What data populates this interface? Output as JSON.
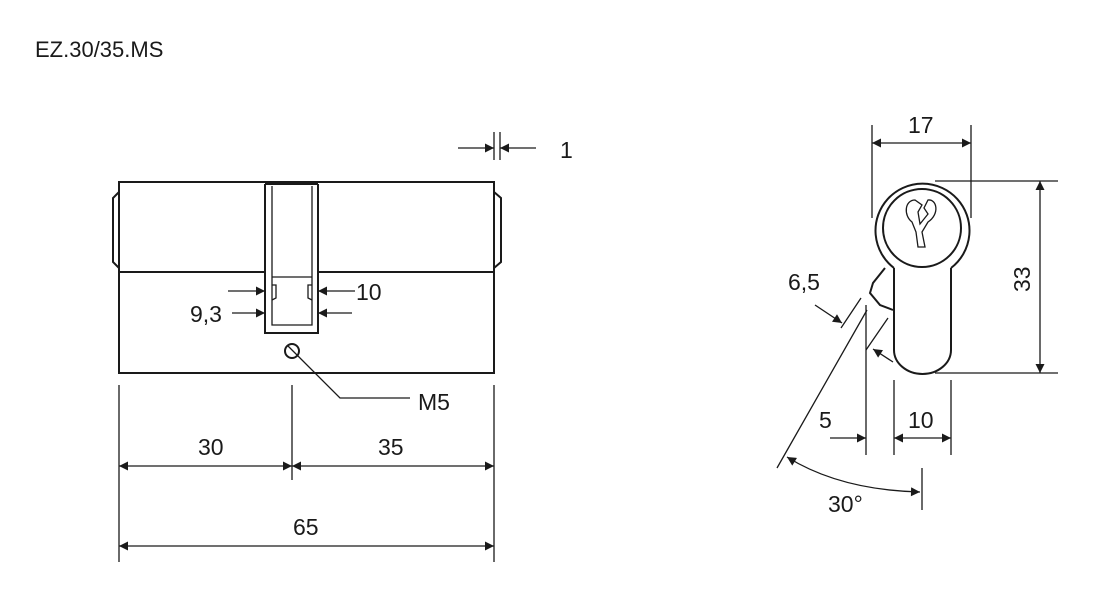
{
  "title": "EZ.30/35.MS",
  "side_view": {
    "dims": {
      "gap": "1",
      "cam_width": "10",
      "cam_inner": "9,3",
      "screw": "M5",
      "left_length": "30",
      "right_length": "35",
      "total_length": "65"
    }
  },
  "front_view": {
    "dims": {
      "width": "17",
      "height": "33",
      "cam_thickness": "6,5",
      "cam_offset": "5",
      "body_width": "10",
      "angle": "30°"
    }
  },
  "colors": {
    "line": "#1a1a1a",
    "background": "#ffffff"
  }
}
